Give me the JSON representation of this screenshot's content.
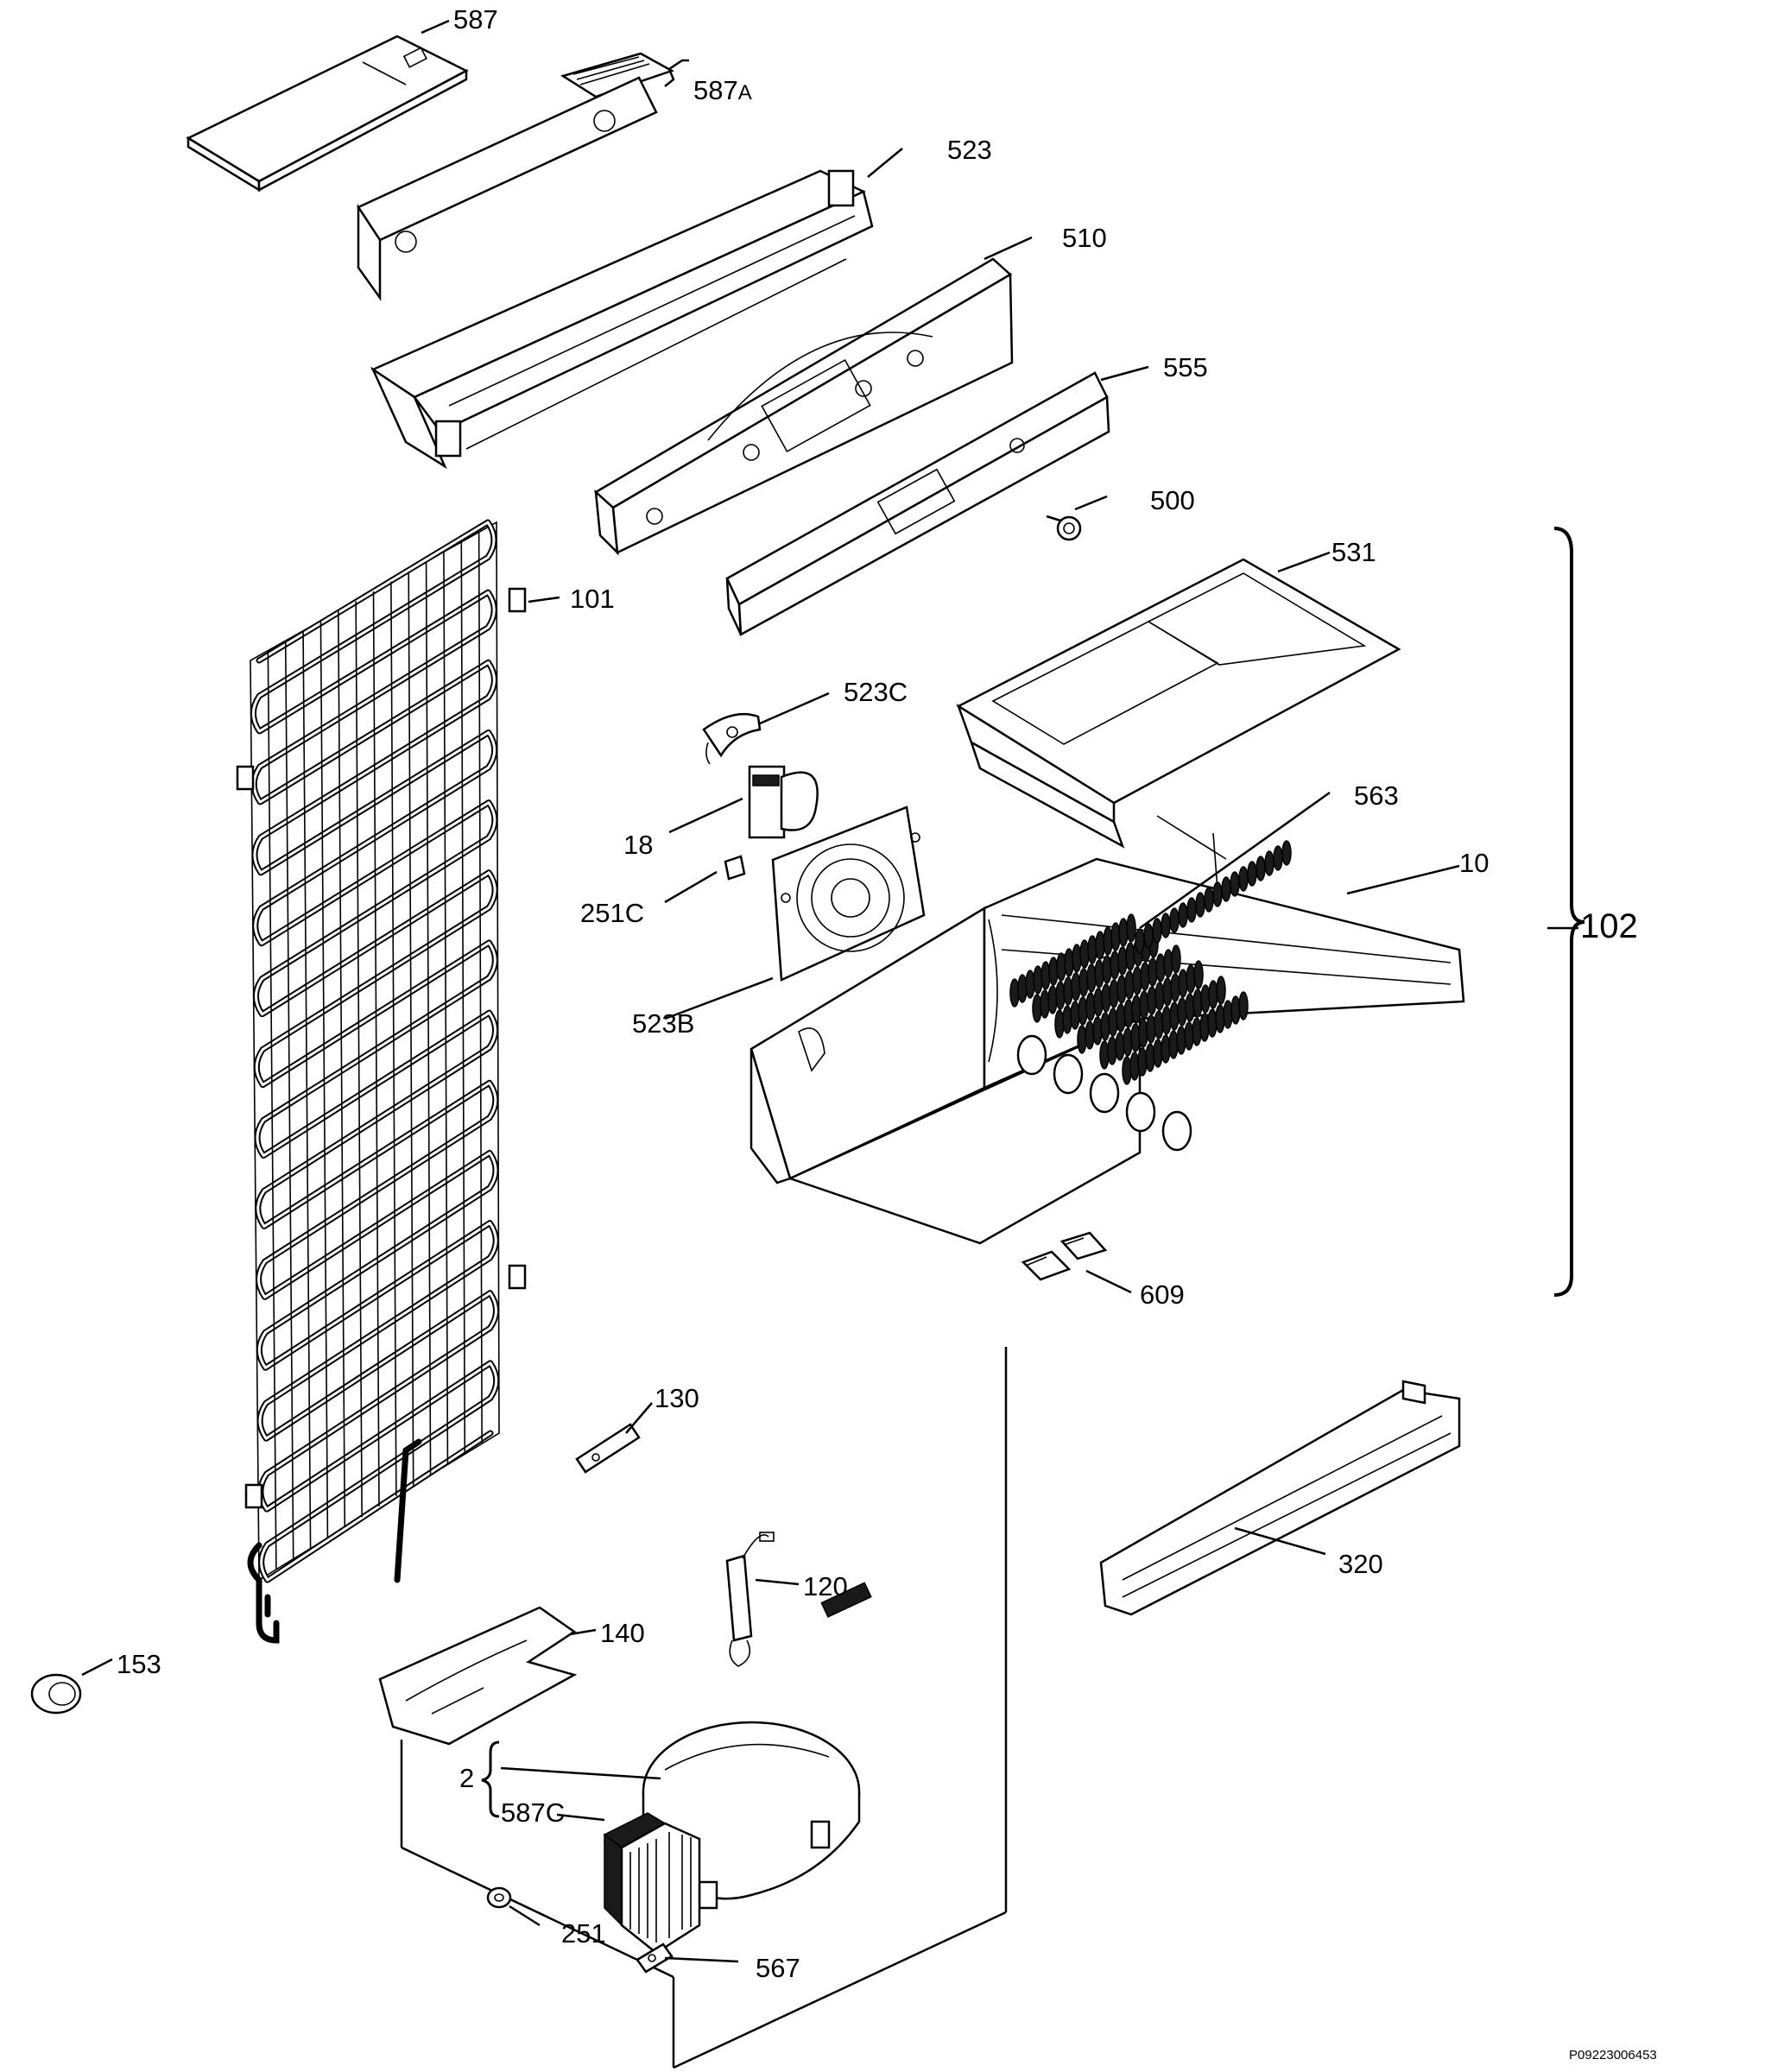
{
  "labels": {
    "l587": "587",
    "l587A_num": "587",
    "l587A_suffix": "A",
    "l523": "523",
    "l510": "510",
    "l555": "555",
    "l500": "500",
    "l531": "531",
    "l101": "101",
    "l523C": "523C",
    "l18": "18",
    "l563": "563",
    "l10": "10",
    "l102": "102",
    "l251C": "251C",
    "l523B": "523B",
    "l609": "609",
    "l130": "130",
    "l320": "320",
    "l120": "120",
    "l140": "140",
    "l153": "153",
    "l2": "2",
    "l587C": "587C",
    "l251": "251",
    "l567": "567"
  },
  "document_id": "P09223006453"
}
